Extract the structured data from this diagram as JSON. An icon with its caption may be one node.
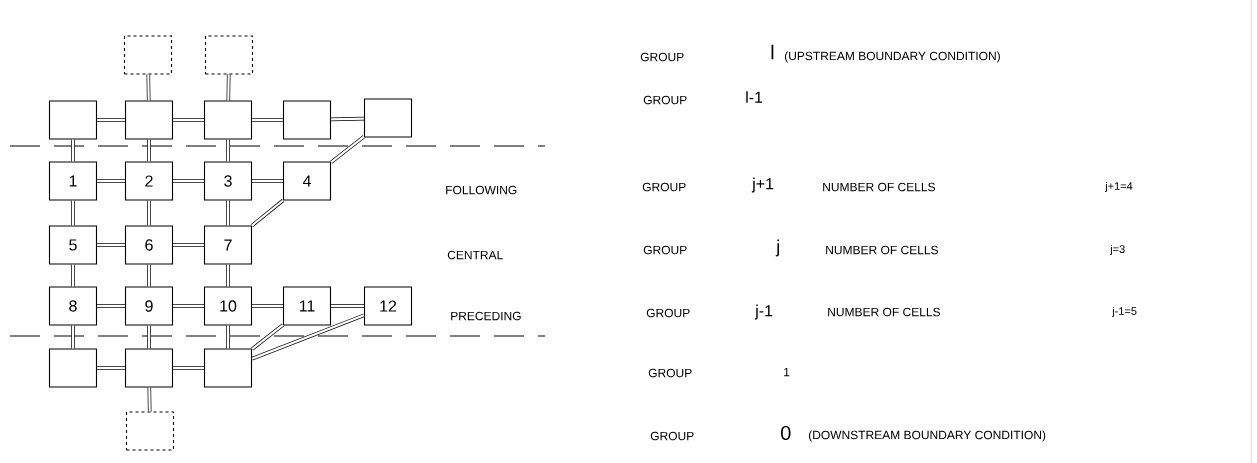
{
  "diagram": {
    "nodes": [
      {
        "text": [],
        "shape": "box"
      },
      {
        "text": [],
        "shape": "box"
      },
      {
        "text": [],
        "shape": "box"
      },
      {
        "text": [],
        "shape": "box"
      },
      {
        "text": [],
        "shape": "box"
      },
      {
        "text": [],
        "shape": "box"
      },
      {
        "text": [],
        "shape": "box"
      },
      {
        "text": [
          "1"
        ]
      },
      {
        "text": [
          "2"
        ]
      },
      {
        "text": [
          "3"
        ]
      },
      {
        "text": [
          "4"
        ]
      },
      {
        "text": [
          "5"
        ]
      },
      {
        "text": [
          "6"
        ]
      },
      {
        "text": [
          "7"
        ]
      },
      {
        "text": [
          "8"
        ]
      },
      {
        "text": [
          "9"
        ]
      },
      {
        "text": [
          "10"
        ]
      },
      {
        "text": [
          "11"
        ]
      },
      {
        "text": [
          "12"
        ]
      },
      {
        "text": [],
        "shape": "box"
      },
      {
        "text": [],
        "shape": "box"
      },
      {
        "text": [],
        "shape": "box"
      },
      {
        "text": [],
        "shape": "box"
      }
    ],
    "edges": [
      {
        "from": 0,
        "to": 3,
        "arrow": "none"
      },
      {
        "from": 1,
        "to": 4,
        "arrow": "none"
      },
      {
        "from": 2,
        "to": 3,
        "arrow": "none"
      },
      {
        "from": 3,
        "to": 4,
        "arrow": "none"
      },
      {
        "from": 4,
        "to": 5,
        "arrow": "none"
      },
      {
        "from": 5,
        "to": 6,
        "arrow": "none"
      },
      {
        "from": 2,
        "to": 7,
        "arrow": "none"
      },
      {
        "from": 3,
        "to": 8,
        "arrow": "none"
      },
      {
        "from": 4,
        "to": 9,
        "arrow": "none"
      },
      {
        "from": 6,
        "to": 10,
        "arrow": "none"
      },
      {
        "from": 7,
        "to": 8,
        "arrow": "none"
      },
      {
        "from": 8,
        "to": 9,
        "arrow": "none"
      },
      {
        "from": 9,
        "to": 10,
        "arrow": "none"
      },
      {
        "from": 7,
        "to": 11,
        "arrow": "none"
      },
      {
        "from": 8,
        "to": 12,
        "arrow": "none"
      },
      {
        "from": 9,
        "to": 13,
        "arrow": "none"
      },
      {
        "from": 10,
        "to": 13,
        "arrow": "none"
      },
      {
        "from": 11,
        "to": 12,
        "arrow": "none"
      },
      {
        "from": 12,
        "to": 13,
        "arrow": "none"
      },
      {
        "from": 11,
        "to": 14,
        "arrow": "none"
      },
      {
        "from": 12,
        "to": 15,
        "arrow": "none"
      },
      {
        "from": 13,
        "to": 16,
        "arrow": "none"
      },
      {
        "from": 14,
        "to": 15,
        "arrow": "none"
      },
      {
        "from": 15,
        "to": 16,
        "arrow": "none"
      },
      {
        "from": 16,
        "to": 17,
        "arrow": "none"
      },
      {
        "from": 17,
        "to": 18,
        "arrow": "none"
      },
      {
        "from": 14,
        "to": 19,
        "arrow": "none"
      },
      {
        "from": 15,
        "to": 20,
        "arrow": "none"
      },
      {
        "from": 16,
        "to": 21,
        "arrow": "none"
      },
      {
        "from": 17,
        "to": 21,
        "arrow": "none"
      },
      {
        "from": 18,
        "to": 21,
        "arrow": "none"
      },
      {
        "from": 19,
        "to": 20,
        "arrow": "none"
      },
      {
        "from": 20,
        "to": 21,
        "arrow": "none"
      },
      {
        "from": 20,
        "to": 22,
        "arrow": "none"
      }
    ],
    "labels": [
      "GROUP",
      "l",
      "(UPSTREAM BOUNDARY CONDITION)",
      "GROUP",
      "l-1",
      "FOLLOWING",
      "GROUP",
      "j+1",
      "NUMBER OF CELLS",
      "j+1=4",
      "CENTRAL",
      "GROUP",
      "j",
      "NUMBER OF CELLS",
      "j=3",
      "PRECEDING",
      "GROUP",
      "j-1",
      "NUMBER OF CELLS",
      "j-1=5",
      "GROUP",
      "1",
      "GROUP",
      "0",
      "(DOWNSTREAM BOUNDARY CONDITION)"
    ]
  }
}
